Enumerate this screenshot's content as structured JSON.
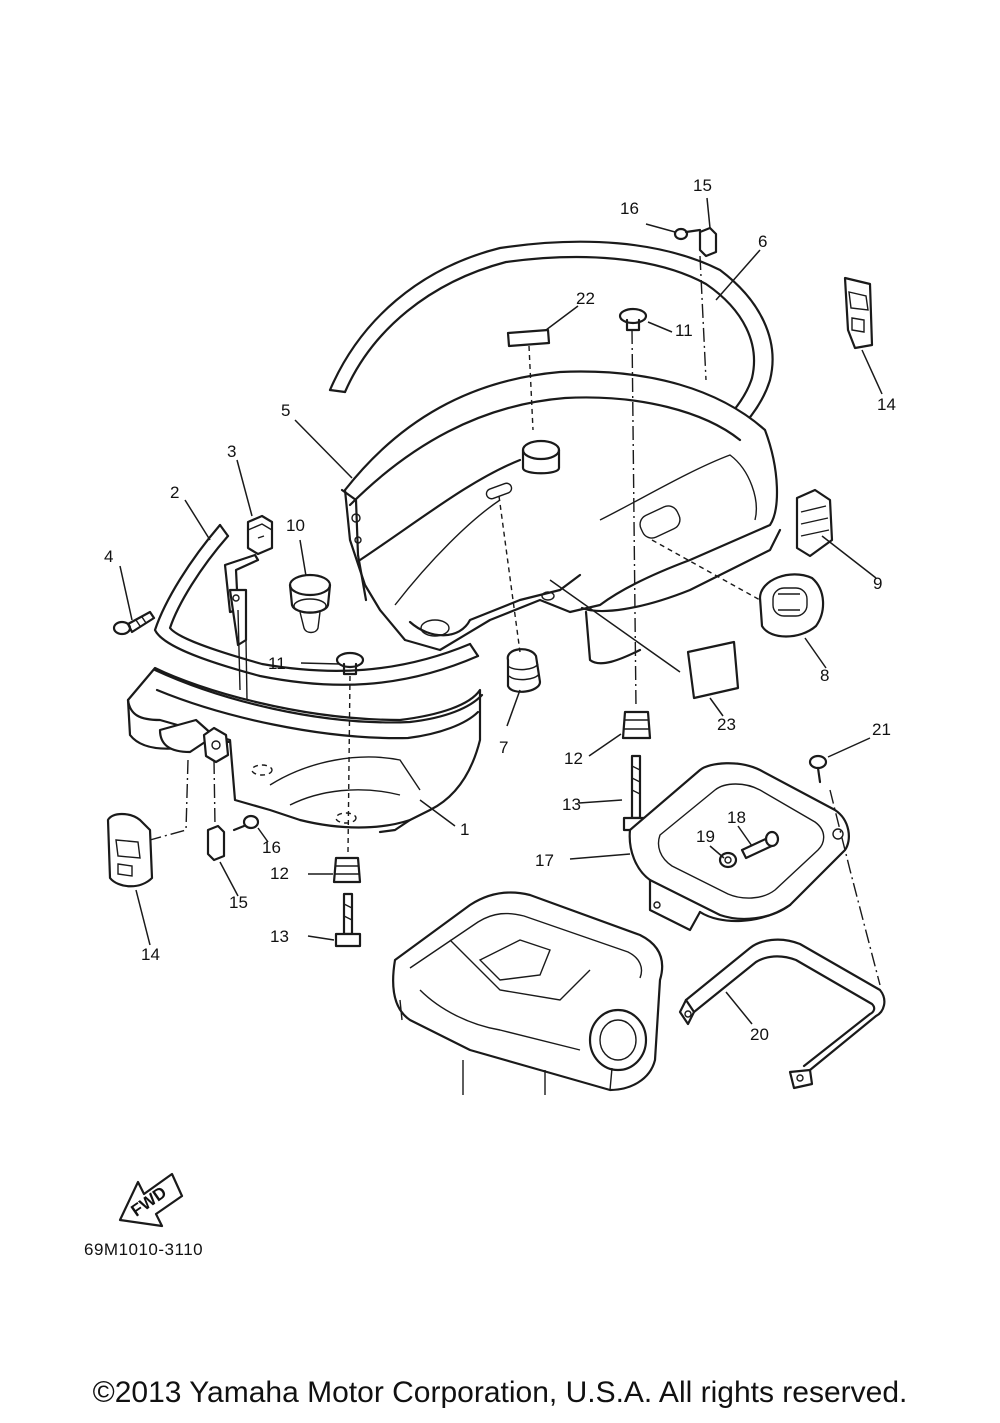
{
  "diagram": {
    "callouts": [
      "1",
      "2",
      "3",
      "4",
      "5",
      "6",
      "7",
      "8",
      "9",
      "10",
      "11",
      "11",
      "12",
      "12",
      "13",
      "13",
      "14",
      "14",
      "15",
      "15",
      "16",
      "16",
      "17",
      "18",
      "19",
      "20",
      "21",
      "22",
      "23"
    ],
    "fwd_label": "FWD",
    "part_number": "69M1010-3110"
  },
  "footer": {
    "copyright": "©2013 Yamaha Motor Corporation, U.S.A. All rights reserved."
  }
}
